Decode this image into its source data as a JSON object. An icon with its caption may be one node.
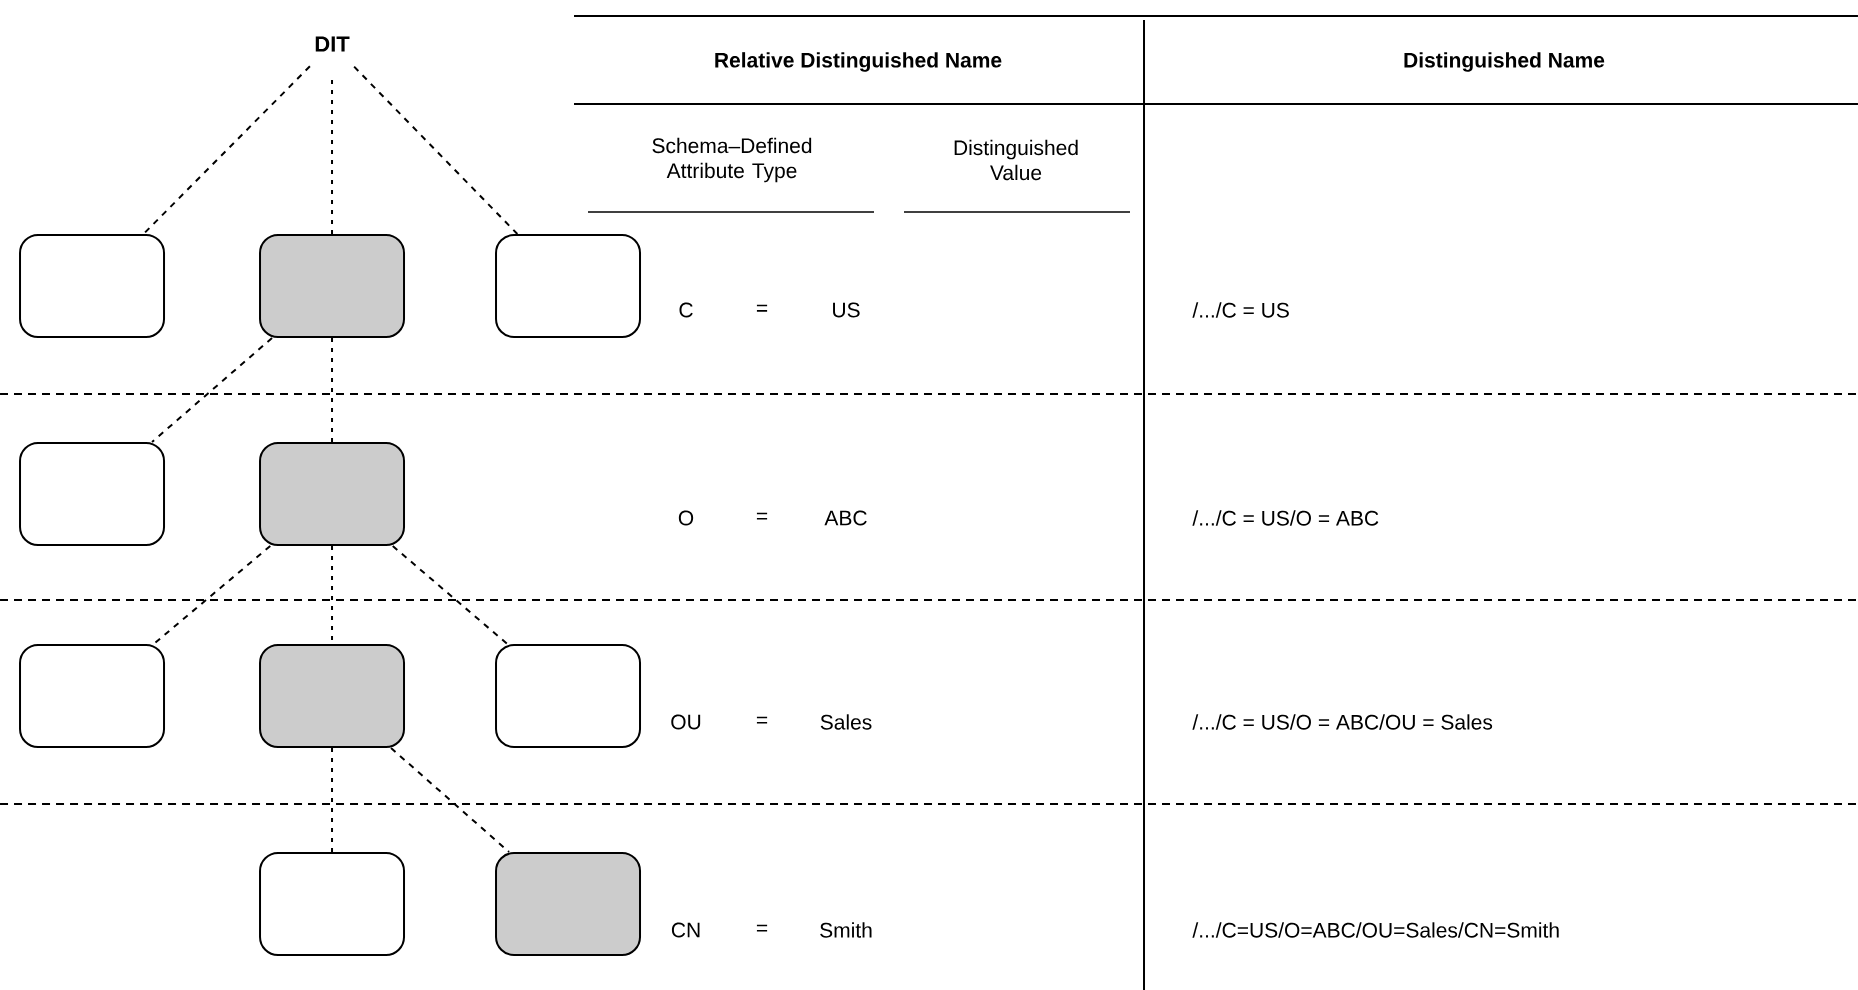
{
  "diagram": {
    "nodes": [
      {
        "text": [
          "DIT"
        ]
      },
      {
        "text": [],
        "shape": "box"
      },
      {
        "text": [],
        "shape": "box"
      },
      {
        "text": [],
        "shape": "box"
      },
      {
        "text": [],
        "shape": "box"
      },
      {
        "text": [],
        "shape": "box"
      },
      {
        "text": [],
        "shape": "box"
      },
      {
        "text": [],
        "shape": "box"
      },
      {
        "text": [],
        "shape": "box"
      },
      {
        "text": [],
        "shape": "box"
      },
      {
        "text": [],
        "shape": "box"
      }
    ],
    "edges": [
      {
        "from": 0,
        "to": 1,
        "arrow": "none"
      },
      {
        "from": 0,
        "to": 2,
        "arrow": "none"
      },
      {
        "from": 0,
        "to": 3,
        "arrow": "none"
      },
      {
        "from": 2,
        "to": 4,
        "arrow": "none"
      },
      {
        "from": 2,
        "to": 5,
        "arrow": "none"
      },
      {
        "from": 5,
        "to": 6,
        "arrow": "none"
      },
      {
        "from": 5,
        "to": 7,
        "arrow": "none"
      },
      {
        "from": 5,
        "to": 8,
        "arrow": "none"
      },
      {
        "from": 7,
        "to": 9,
        "arrow": "none"
      },
      {
        "from": 7,
        "to": 10,
        "arrow": "none"
      }
    ],
    "labels": [
      "Relative Distinguished Name",
      "Distinguished Name",
      "Schema–Defined Attribute Type",
      "Distinguished Value",
      "C",
      "=",
      "US",
      "/.../C = US",
      "O",
      "=",
      "ABC",
      "/.../C = US/O = ABC",
      "OU",
      "=",
      "Sales",
      "/.../C = US/O = ABC/OU = Sales",
      "CN",
      "=",
      "Smith",
      "/.../C=US/O=ABC/OU=Sales/CN=Smith"
    ]
  }
}
